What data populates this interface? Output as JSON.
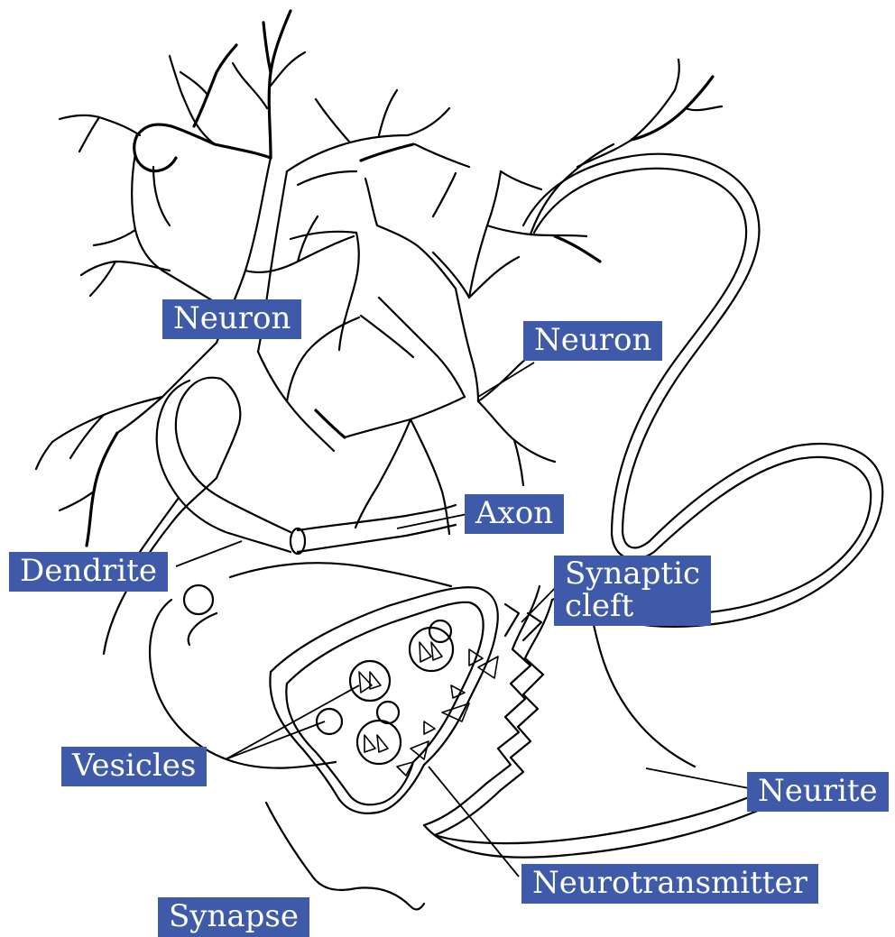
{
  "labels": {
    "neuron_top_left": "Neuron",
    "neuron_right": "Neuron",
    "axon": "Axon",
    "dendrite": "Dendrite",
    "synaptic_cleft_line1": "Synaptic",
    "synaptic_cleft_line2": "cleft",
    "vesicles": "Vesicles",
    "neurite": "Neurite",
    "neurotransmitter": "Neurotransmitter",
    "synapse": "Synapse"
  },
  "colors": {
    "label_background": "#3f5aa8",
    "label_text": "#ffffff",
    "line_art": "#000000"
  }
}
